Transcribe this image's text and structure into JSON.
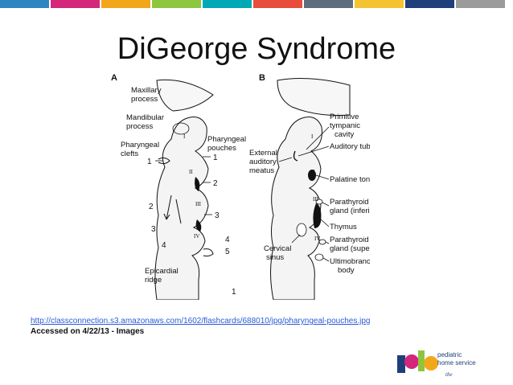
{
  "slide": {
    "title": "DiGeorge Syndrome",
    "source_url": "http://classconnection.s3.amazonaws.com/1602/flashcards/688010/jpg/pharyngeal-pouches.jpg",
    "accessed": "Accessed on 4/22/13 - Images"
  },
  "colors": {
    "top_bar": [
      "#2e86c1",
      "#d4267a",
      "#f2a71b",
      "#8cc63f",
      "#00a9b5",
      "#e74c3c",
      "#5d6d7e",
      "#f4c430",
      "#1f3f7a",
      "#9b9b9b"
    ]
  },
  "figure": {
    "panel_a": {
      "letter": "A",
      "labels": [
        "Maxillary",
        "process",
        "Mandibular",
        "process",
        "Pharyngeal",
        "clefts",
        "Pharyngeal",
        "pouches",
        "Epicardial",
        "ridge"
      ],
      "pouch_numerals": [
        "I",
        "II",
        "III",
        "IV"
      ],
      "numbers": [
        "1",
        "2",
        "2",
        "3",
        "3",
        "4",
        "4",
        "5",
        "1",
        "1"
      ]
    },
    "panel_b": {
      "letter": "B",
      "labels": [
        "Primitive",
        "tympanic",
        "cavity",
        "Auditory tube",
        "External",
        "auditory",
        "meatus",
        "Palatine tonsil",
        "Parathyroid",
        "gland (inferior)",
        "Thymus",
        "Parathyroid",
        "gland (superior)",
        "Ultimobranchial",
        "body",
        "Cervical",
        "sinus"
      ],
      "pouch_numerals": [
        "I",
        "II",
        "III",
        "IV"
      ]
    }
  },
  "logo": {
    "mark": "phs",
    "line1": "pediatric",
    "line2": "home service",
    "line3": "the"
  }
}
